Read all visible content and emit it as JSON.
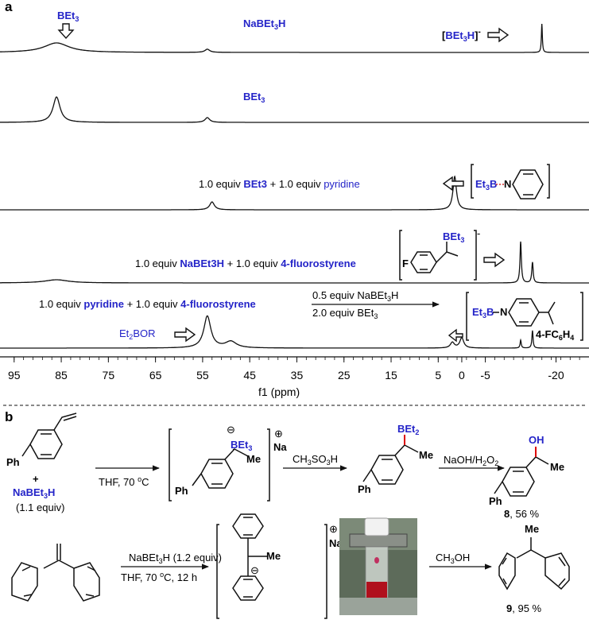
{
  "panel_a": {
    "label": "a",
    "spectra": [
      {
        "id": "s1",
        "labels": {
          "title": "NaBEt3H",
          "bet3": "BEt3",
          "bet3h": "[BEt3H]-"
        },
        "peaks": [
          {
            "ppm": 86,
            "height": 12,
            "width": 3.2
          },
          {
            "ppm": 54,
            "height": 4,
            "width": 0.6
          },
          {
            "ppm": -17,
            "height": 36,
            "width": 0.12
          }
        ]
      },
      {
        "id": "s2",
        "labels": {
          "title": "BEt3"
        },
        "peaks": [
          {
            "ppm": 86,
            "height": 32,
            "width": 0.9
          },
          {
            "ppm": 54,
            "height": 6,
            "width": 0.6
          }
        ]
      },
      {
        "id": "s3",
        "labels": {
          "caption_pre": "1.0 equiv ",
          "caption_b1": "BEt3",
          "caption_mid": " + 1.0 equiv ",
          "caption_b2": "pyridine"
        },
        "peaks": [
          {
            "ppm": 53,
            "height": 10,
            "width": 0.6
          },
          {
            "ppm": 1.5,
            "height": 42,
            "width": 0.45
          }
        ]
      },
      {
        "id": "s4",
        "labels": {
          "caption_pre": "1.0 equiv ",
          "caption_b1": "NaBEt3H",
          "caption_mid": " + 1.0 equiv ",
          "caption_b2": "4-fluorostyrene"
        },
        "peaks": [
          {
            "ppm": 86,
            "height": 4,
            "width": 3
          },
          {
            "ppm": -12.5,
            "height": 52,
            "width": 0.18
          },
          {
            "ppm": -15,
            "height": 26,
            "width": 0.18
          }
        ]
      },
      {
        "id": "s5",
        "labels": {
          "caption_pre": "1.0 equiv ",
          "caption_b1": "pyridine",
          "caption_mid": " + 1.0 equiv ",
          "caption_b2": "4-fluorostyrene",
          "arrow_top": "0.5 equiv NaBEt3H",
          "arrow_bot": "2.0 equiv BEt3",
          "et2bor": "Et2BOR",
          "complex_lhs": "Et3B",
          "complex_sub": "4-FC6H4"
        },
        "peaks": [
          {
            "ppm": 54,
            "height": 40,
            "width": 0.9
          },
          {
            "ppm": 49,
            "height": 8,
            "width": 1.4
          },
          {
            "ppm": 2,
            "height": 7,
            "width": 0.5
          },
          {
            "ppm": 0,
            "height": 13,
            "width": 0.5
          },
          {
            "ppm": -12.5,
            "height": 10,
            "width": 0.15
          },
          {
            "ppm": -15,
            "height": 22,
            "width": 0.15
          }
        ]
      }
    ],
    "molecule_labels": {
      "s3_lhs": "Et3B",
      "s3_n": "N",
      "s4_f": "F",
      "s4_b": "BEt3",
      "s4_charge": "-",
      "s5_n": "N"
    },
    "axis": {
      "xlabel": "f1 (ppm)",
      "xlim": [
        98,
        -27
      ],
      "ticks": [
        95,
        85,
        75,
        65,
        55,
        45,
        35,
        25,
        15,
        5,
        0,
        -5,
        -20
      ]
    }
  },
  "panel_b": {
    "label": "b",
    "row1": {
      "ph1": "Ph",
      "plus": "+",
      "reagent": "NaBEt3H",
      "equiv": "(1.1 equiv)",
      "conditions": "THF, 70 oC",
      "anion_b": "BEt3",
      "ph2": "Ph",
      "me2": "Me",
      "na": "Na",
      "minus": "⊖",
      "plus_circle": "⊕",
      "acid": "CH3SO3H",
      "b3": "BEt2",
      "me3": "Me",
      "ph3": "Ph",
      "oxid": "NaOH/H2O2",
      "oh": "OH",
      "me4": "Me",
      "ph4": "Ph",
      "product_num": "8",
      "product_yield": ", 56 %"
    },
    "row2": {
      "conditions_top": "NaBEt3H (1.2 equiv)",
      "conditions_bot": "THF, 70 oC, 12 h",
      "me": "Me",
      "minus": "⊖",
      "na": "Na",
      "plus_circle": "⊕",
      "quench": "CH3OH",
      "me_prod": "Me",
      "product_num": "9",
      "product_yield": ", 95 %"
    }
  }
}
